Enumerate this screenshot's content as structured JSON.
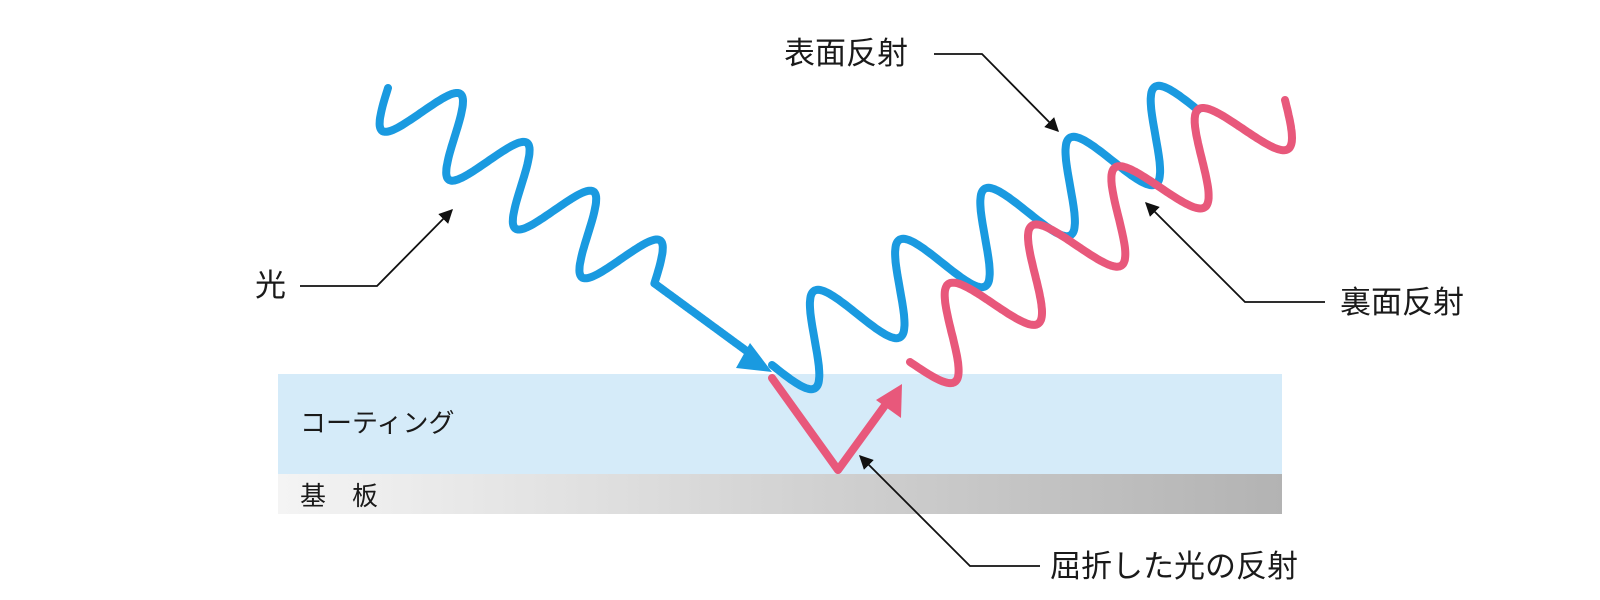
{
  "labels": {
    "light": "光",
    "surface_reflection": "表面反射",
    "back_reflection": "裏面反射",
    "refracted_reflection": "屈折した光の反射",
    "coating": "コーティング",
    "substrate": "基　板"
  },
  "colors": {
    "incident_light": "#1a9ae0",
    "refracted_light": "#e8587b",
    "coating_layer": "#d5ebf9",
    "substrate_start": "#f4f4f4",
    "substrate_end": "#b3b3b3",
    "leader_line": "#111111"
  }
}
